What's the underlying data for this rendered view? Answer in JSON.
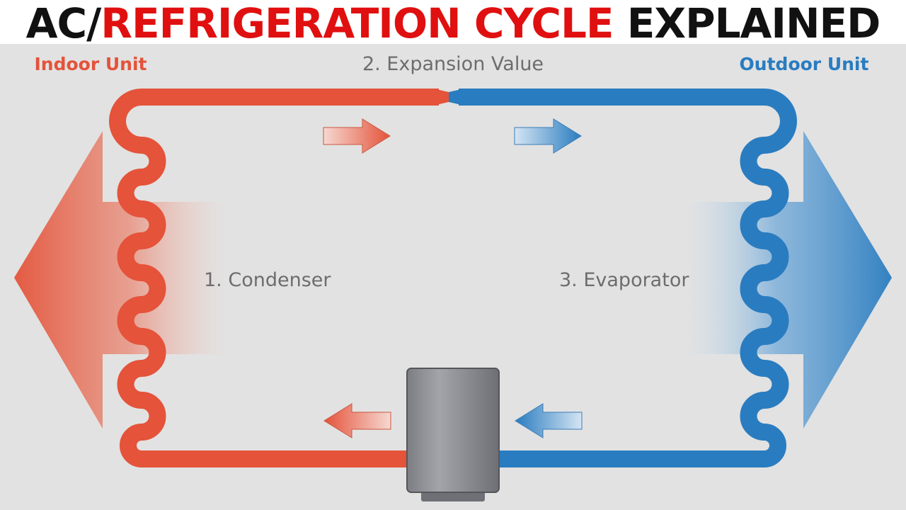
{
  "title": {
    "part1": "AC/",
    "part2": "REFRIGERATION CYCLE",
    "part3": " EXPLAINED"
  },
  "labels": {
    "indoor_unit": "Indoor Unit",
    "outdoor_unit": "Outdoor Unit",
    "expansion": "2. Expansion Value",
    "condenser": "1. Condenser",
    "evaporator": "3. Evaporator"
  },
  "colors": {
    "hot": "#e4533a",
    "cold": "#2a7cc0",
    "compressor": "#8f9096",
    "title_black": "#111111",
    "title_red": "#e01010",
    "background": "#e2e2e2"
  },
  "icons": {
    "compressor": "compressor-icon",
    "flow_arrows": "arrow-icon",
    "airflow": "airflow-arrow-icon"
  }
}
